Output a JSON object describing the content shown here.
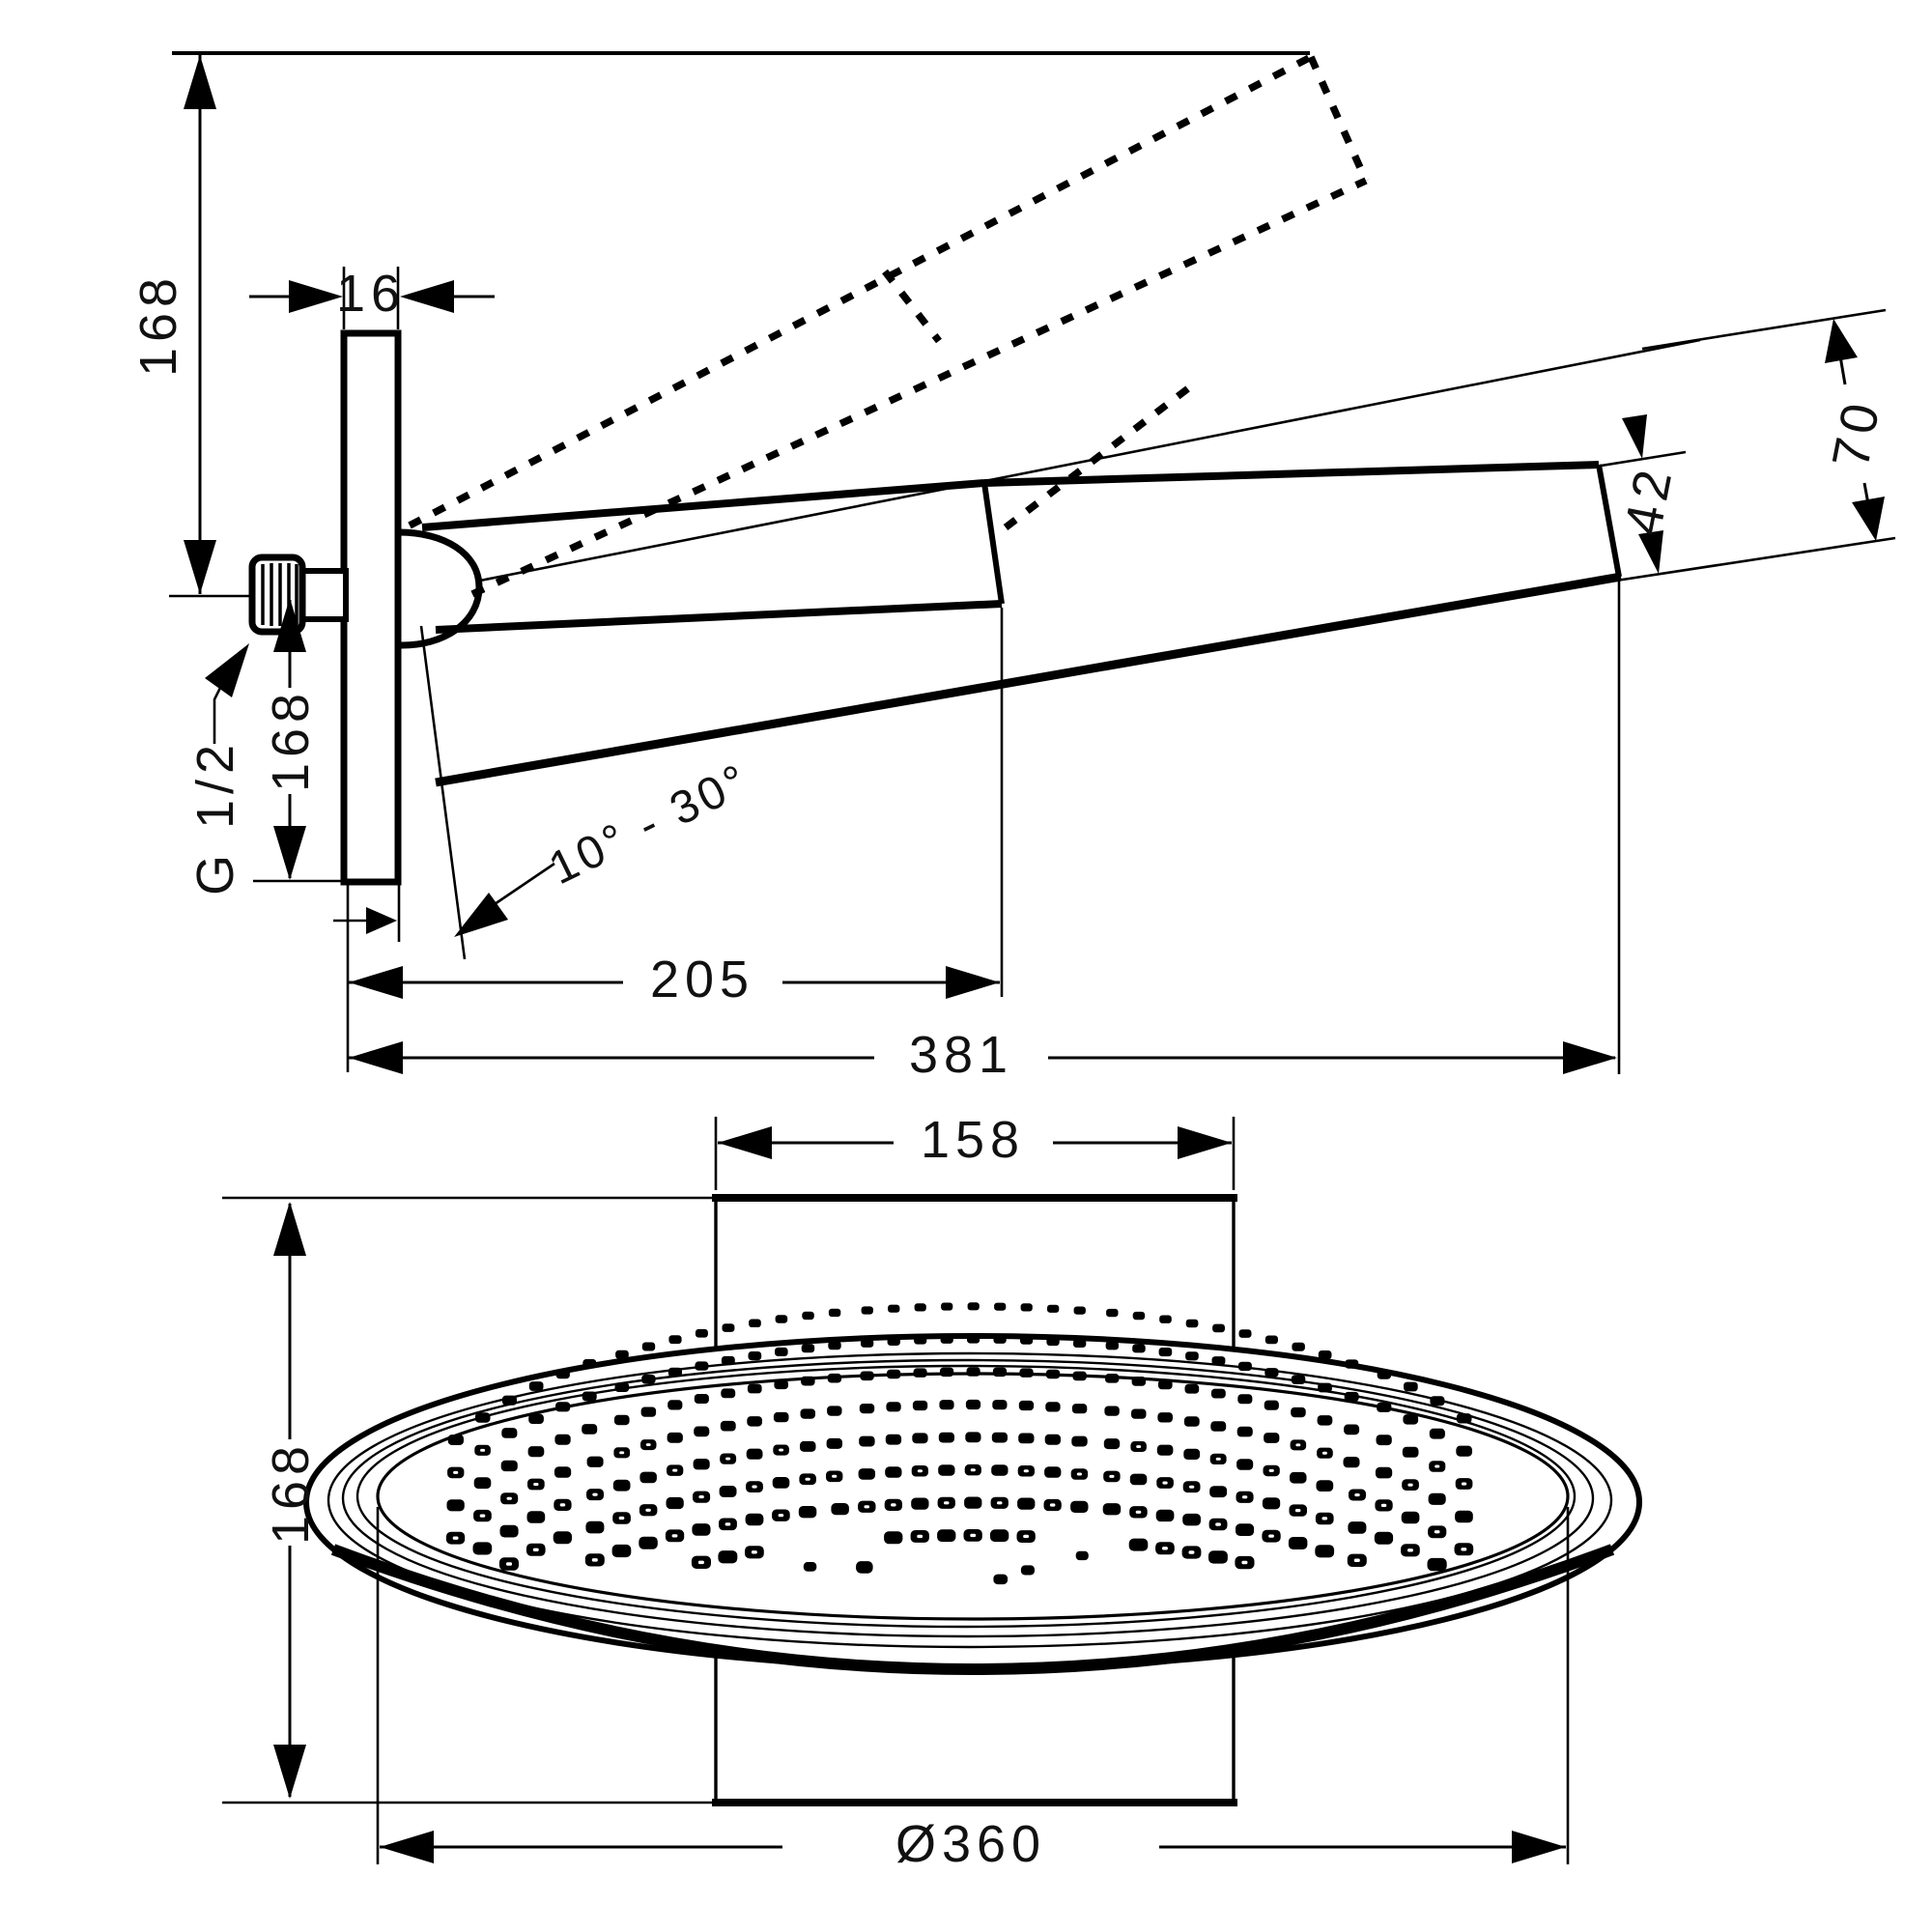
{
  "colors": {
    "background": "#ffffff",
    "line": "#000000",
    "text": "#111111"
  },
  "side_view": {
    "dim_wall_height": "168",
    "dim_plate_thickness": "16",
    "dim_thread": "G 1/2",
    "dim_plate_height": "168",
    "dim_angle_range": "10° - 30°",
    "dim_projection_pivot": "205",
    "dim_projection_total": "381",
    "dim_head_total_depth": "70",
    "dim_head_face_depth": "42"
  },
  "bottom_view": {
    "dim_bracket_width": "158",
    "dim_bracket_height": "168",
    "dim_diameter": "Ø360"
  }
}
